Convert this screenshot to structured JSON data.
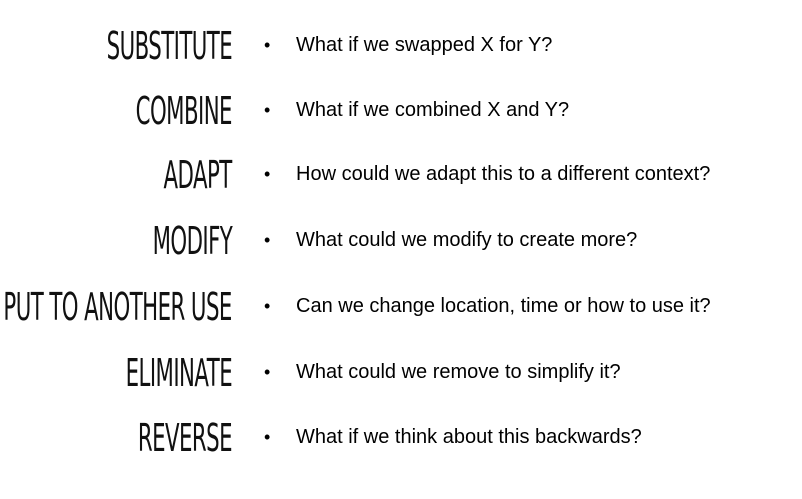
{
  "bullet_glyph": "•",
  "items": [
    {
      "term": "SUBSTITUTE",
      "question": "What if we swapped X for Y?"
    },
    {
      "term": "COMBINE",
      "question": "What if we combined X and Y?"
    },
    {
      "term": "ADAPT",
      "question": "How could we adapt this to a different context?"
    },
    {
      "term": "MODIFY",
      "question": "What could we modify to create more?"
    },
    {
      "term": "PUT TO ANOTHER USE",
      "question": "Can we change location, time or how to use it?"
    },
    {
      "term": "ELIMINATE",
      "question": "What could we remove to simplify it?"
    },
    {
      "term": "REVERSE",
      "question": "What if we think about this backwards?"
    }
  ]
}
